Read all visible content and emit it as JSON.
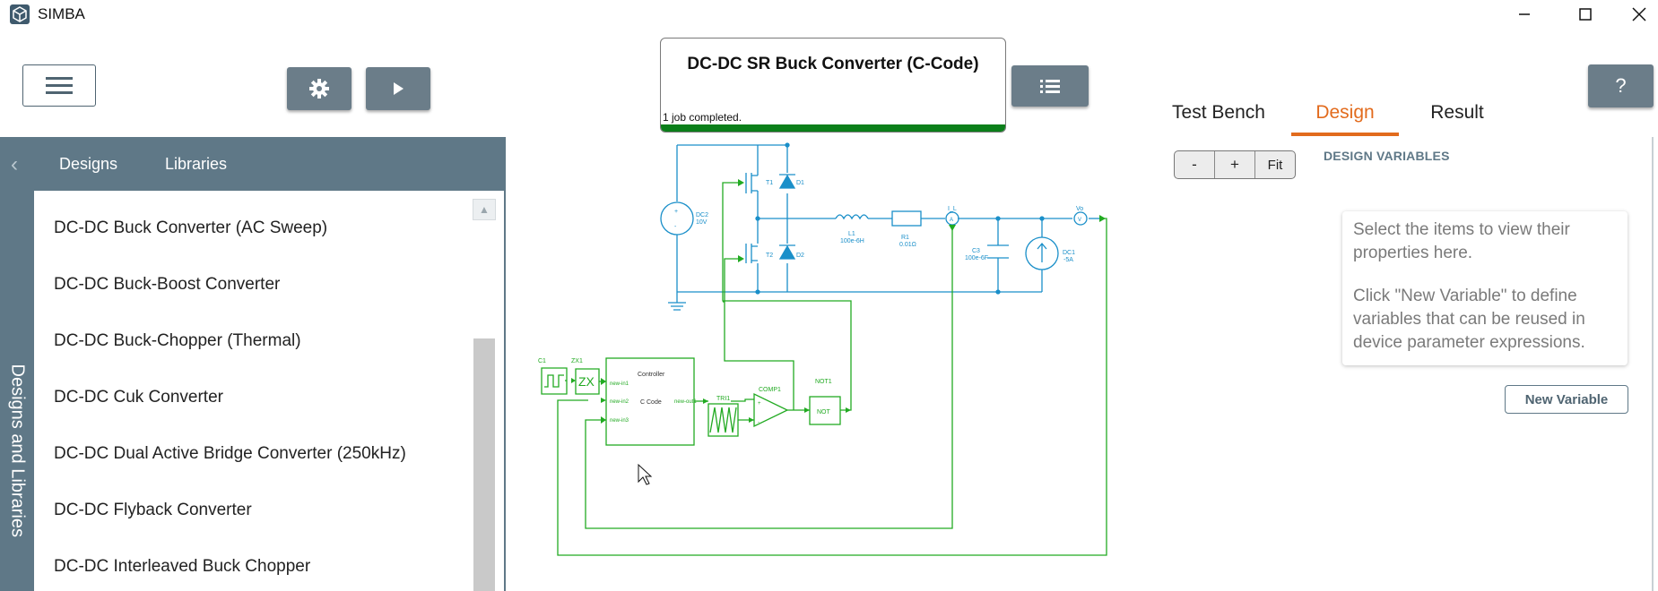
{
  "app": {
    "title": "SIMBA",
    "icon": "simba-cube-icon"
  },
  "window_controls": [
    "minimize-icon",
    "maximize-icon",
    "close-icon"
  ],
  "toolbar": {
    "menu": "hamburger-menu-icon",
    "settings": "gear-icon",
    "run": "play-icon",
    "job_list": "list-icon",
    "help_label": "?"
  },
  "status": {
    "design_title": "DC-DC SR Buck Converter (C-Code)",
    "message": "1 job completed.",
    "progress": 1.0
  },
  "main_tabs": [
    {
      "label": "Test Bench",
      "active": false
    },
    {
      "label": "Design",
      "active": true
    },
    {
      "label": "Result",
      "active": false
    }
  ],
  "left_panel": {
    "vertical_label": "Designs and Libraries",
    "tabs": [
      "Designs",
      "Libraries"
    ],
    "items": [
      "DC-DC Buck Converter (AC Sweep)",
      "DC-DC Buck-Boost Converter",
      "DC-DC Buck-Chopper (Thermal)",
      "DC-DC Cuk Converter",
      "DC-DC Dual Active Bridge Converter (250kHz)",
      "DC-DC Flyback Converter",
      "DC-DC Interleaved Buck Chopper"
    ]
  },
  "zoom": {
    "minus": "-",
    "plus": "+",
    "fit": "Fit"
  },
  "schematic": {
    "dc2": "DC2",
    "dc2_val": "10V",
    "t1": "T1",
    "d1": "D1",
    "t2": "T2",
    "d2": "D2",
    "l1": "L1",
    "l1_val": "100e-6H",
    "r1": "R1",
    "r1_val": "0.01Ω",
    "c3": "C3",
    "c3_val": "100e-6F",
    "dc1": "DC1",
    "dc1_val": "-5A",
    "il": "I_L",
    "vo": "Vo",
    "c1": "C1",
    "zx1": "ZX1",
    "zx": "ZX",
    "controller": "Controller",
    "ccode": "C Code",
    "newin1": "new-in1",
    "newin2": "new-in2",
    "newin3": "new-in3",
    "newout1": "new-out1",
    "tri1": "TRI1",
    "comp1": "COMP1",
    "not1": "NOT1",
    "not": "NOT"
  },
  "right_panel": {
    "heading": "DESIGN VARIABLES",
    "info1": "Select the items to view their properties here.",
    "info2": "Click \"New Variable\" to define variables that can be reused in device parameter expressions.",
    "new_variable": "New Variable"
  },
  "colors": {
    "accent": "#e26b1d",
    "panel": "#5f7887",
    "button": "#6b7d89",
    "progress": "#0b7f1a",
    "power_wire": "#1a8fc9",
    "control_wire": "#22aa22"
  }
}
